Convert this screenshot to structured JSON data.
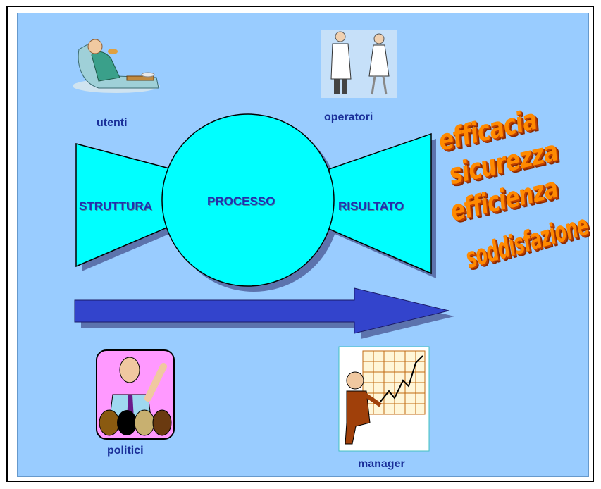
{
  "diagram": {
    "actors": {
      "users": "utenti",
      "operators": "operatori",
      "politicians": "politici",
      "manager": "manager"
    },
    "stages": {
      "structure": "STRUTTURA",
      "process": "PROCESSO",
      "result": "RISULTATO"
    },
    "outcomes": [
      "efficacia",
      "sicurezza",
      "efficienza",
      "soddisfazione"
    ]
  },
  "colors": {
    "background_panel": "#99ccff",
    "shape_fill": "#00ffff",
    "arrow_fill": "#3344cc",
    "label_text": "#1a2f99",
    "outcome_text": "#ff8a00"
  }
}
